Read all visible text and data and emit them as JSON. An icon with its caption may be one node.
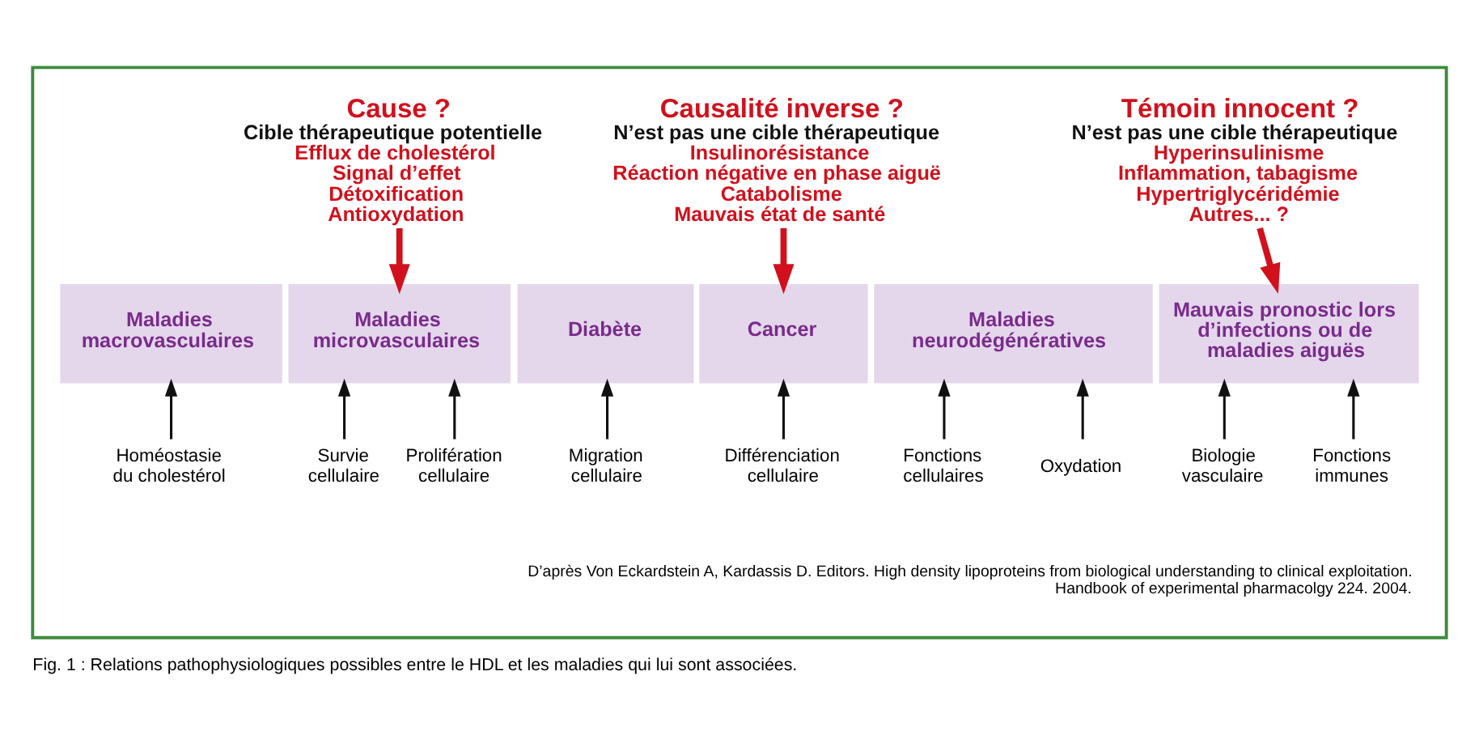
{
  "diagram": {
    "caption": "Fig. 1 : Relations pathophysiologiques possibles entre le HDL et les maladies qui lui sont associées.",
    "nodes": [
      {
        "text": [],
        "shape": "box"
      },
      {
        "text": [
          "Cause ?",
          "Cible thérapeutique potentielle",
          "Efflux de cholestérol",
          "Signal d’effet",
          "Détoxification",
          "Antioxydation"
        ],
        "in": 0
      },
      {
        "text": [
          "Causalité inverse ?",
          "N’est pas une cible thérapeutique",
          "Insulinorésistance",
          "Réaction négative en phase aiguë",
          "Catabolisme",
          "Mauvais état de santé"
        ],
        "in": 0
      },
      {
        "text": [
          "Témoin innocent ?",
          "N’est pas une cible thérapeutique",
          "Hyperinsulinisme",
          "Inflammation, tabagisme",
          "Hypertriglycéridémie",
          "Autres... ?"
        ],
        "in": 0
      },
      {
        "text": [
          "Maladies macrovasculaires"
        ],
        "in": 0
      },
      {
        "text": [
          "Maladies microvasculaires"
        ],
        "in": 0
      },
      {
        "text": [
          "Diabète"
        ],
        "in": 0
      },
      {
        "text": [
          "Cancer"
        ],
        "in": 0
      },
      {
        "text": [
          "Maladies neurodégénératives"
        ],
        "in": 0
      },
      {
        "text": [
          "Mauvais pronostic lors d’infections ou de maladies aiguës"
        ],
        "in": 0
      },
      {
        "text": [
          "Homéostasie du cholestérol"
        ],
        "in": 0
      },
      {
        "text": [
          "Survie cellulaire"
        ],
        "in": 0
      },
      {
        "text": [
          "Prolifération cellulaire"
        ],
        "in": 0
      },
      {
        "text": [
          "Migration cellulaire"
        ],
        "in": 0
      },
      {
        "text": [
          "Différenciation cellulaire"
        ],
        "in": 0
      },
      {
        "text": [
          "Fonctions cellulaires"
        ],
        "in": 0
      },
      {
        "text": [
          "Oxydation"
        ],
        "in": 0
      },
      {
        "text": [
          "Biologie vasculaire"
        ],
        "in": 0
      },
      {
        "text": [
          "Fonctions immunes"
        ],
        "in": 0
      }
    ],
    "edges": [
      {
        "from": 1,
        "to": 5,
        "arrow": "to",
        "style": "thick",
        "color": "#d2101c"
      },
      {
        "from": 2,
        "to": 7,
        "arrow": "to",
        "style": "thick",
        "color": "#d2101c"
      },
      {
        "from": 3,
        "to": 9,
        "arrow": "to",
        "style": "thick",
        "color": "#d2101c"
      },
      {
        "from": 10,
        "to": 4,
        "arrow": "to"
      },
      {
        "from": 11,
        "to": 5,
        "arrow": "to"
      },
      {
        "from": 12,
        "to": 5,
        "arrow": "to"
      },
      {
        "from": 13,
        "to": 6,
        "arrow": "to"
      },
      {
        "from": 14,
        "to": 7,
        "arrow": "to"
      },
      {
        "from": 15,
        "to": 8,
        "arrow": "to"
      },
      {
        "from": 16,
        "to": 8,
        "arrow": "to"
      },
      {
        "from": 17,
        "to": 9,
        "arrow": "to"
      },
      {
        "from": 18,
        "to": 9,
        "arrow": "to"
      }
    ],
    "labels": [
      "D’après Von Eckardstein A, Kardassis D. Editors. High density lipoproteins from biological understanding to clinical exploitation. Handbook of experimental pharmacolgy 224. 2004."
    ]
  }
}
